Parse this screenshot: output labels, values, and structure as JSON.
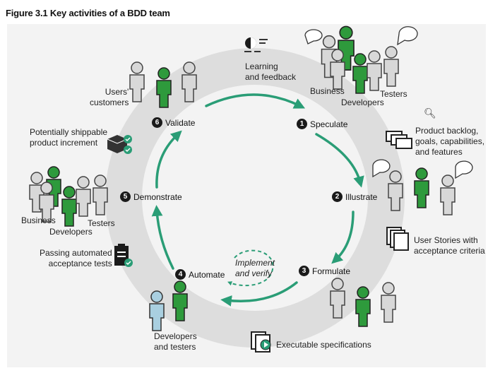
{
  "figure": {
    "title": "Figure 3.1 Key activities of a BDD team"
  },
  "steps": [
    {
      "num": "1",
      "label": "Speculate"
    },
    {
      "num": "2",
      "label": "Illustrate"
    },
    {
      "num": "3",
      "label": "Formulate"
    },
    {
      "num": "4",
      "label": "Automate"
    },
    {
      "num": "5",
      "label": "Demonstrate"
    },
    {
      "num": "6",
      "label": "Validate"
    }
  ],
  "labels": {
    "learning": [
      "Learning",
      "and feedback"
    ],
    "top_right": {
      "business": "Business",
      "developers": "Developers",
      "testers": "Testers"
    },
    "backlog": [
      "Product backlog,",
      "goals, capabilities,",
      "and features"
    ],
    "stories": [
      "User Stories with",
      "acceptance criteria"
    ],
    "exec_specs": "Executable specifications",
    "implement": [
      "Implement",
      "and verify"
    ],
    "devs_testers": [
      "Developers",
      "and testers"
    ],
    "passing": [
      "Passing automated",
      "acceptance tests"
    ],
    "left": {
      "business": "Business",
      "developers": "Developers",
      "testers": "Testers"
    },
    "shippable": [
      "Potentially shippable",
      "product increment"
    ],
    "users": [
      "Users'",
      "customers"
    ]
  },
  "icons": {
    "zoom": "zoom-in-icon",
    "learning": "learning-feedback-icon",
    "backlog": "documents-stack-icon",
    "stories": "user-stories-icon",
    "exec": "executable-spec-icon",
    "passing": "clipboard-check-icon",
    "shippable": "box-check-icon",
    "person": "person-icon",
    "speech": "speech-bubble-icon"
  },
  "colors": {
    "accent": "#2a9d76",
    "ring": "#dddddd",
    "green_person": "#2e9a3c",
    "blue_person": "#a9cfe0",
    "grey_person": "#d8d8d8"
  }
}
